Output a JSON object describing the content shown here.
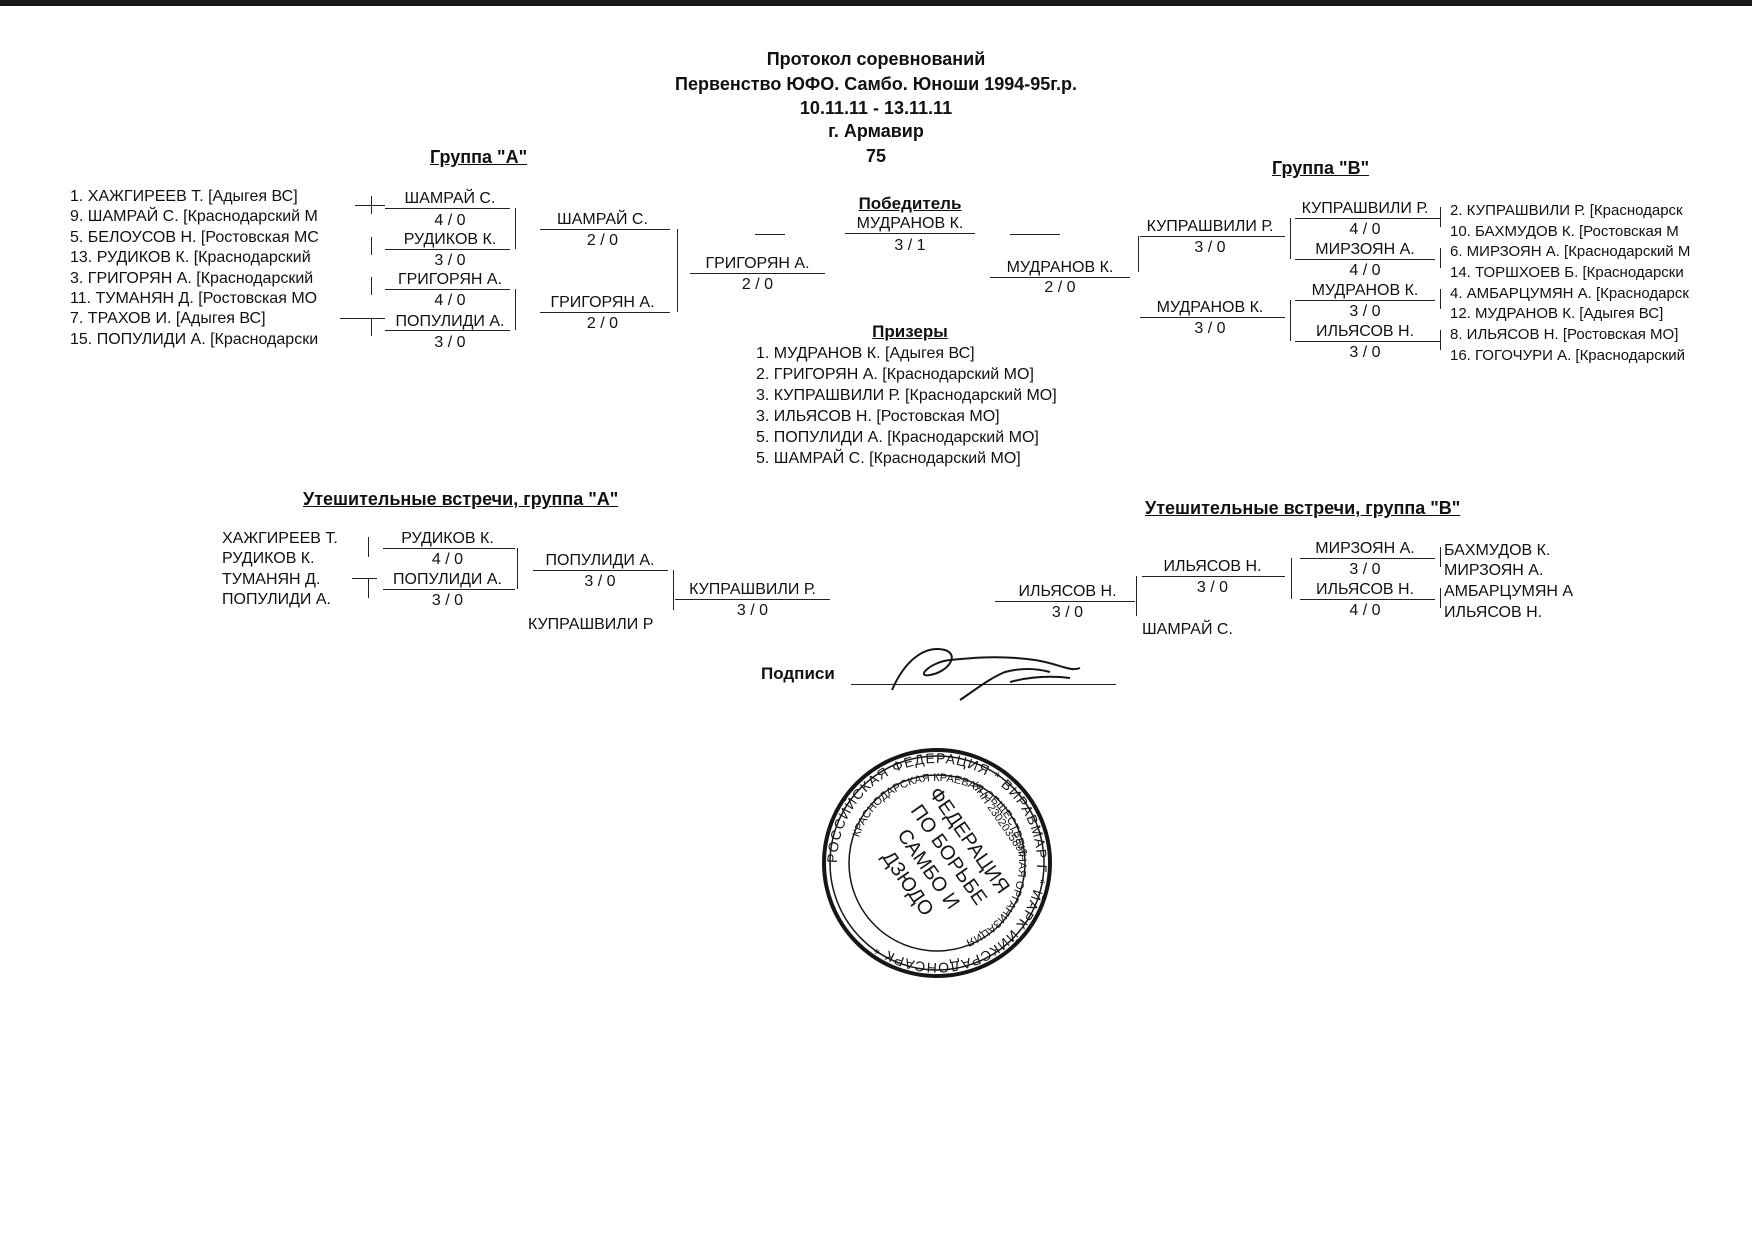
{
  "header": {
    "title": "Протокол соревнований",
    "event": "Первенство ЮФО. Самбо. Юноши 1994-95г.р.",
    "dates": "10.11.11 - 13.11.11",
    "city": "г. Армавир",
    "weight": "75"
  },
  "group_a": {
    "title": "Группа  \"А\"",
    "entrants": [
      "1. ХАЖГИРЕЕВ Т.  [Адыгея  ВС]",
      "9. ШАМРАЙ С.  [Краснодарский  М",
      "5. БЕЛОУСОВ Н.  [Ростовская  МС",
      "13. РУДИКОВ К.  [Краснодарский",
      "3. ГРИГОРЯН А.  [Краснодарский",
      "11. ТУМАНЯН Д.  [Ростовская  МО",
      "7. ТРАХОВ И.  [Адыгея  ВС]",
      "15. ПОПУЛИДИ А.  [Краснодарски"
    ],
    "r1": [
      {
        "name": "ШАМРАЙ С.",
        "score": "4  /  0"
      },
      {
        "name": "РУДИКОВ К.",
        "score": "3  /  0"
      },
      {
        "name": "ГРИГОРЯН А.",
        "score": "4  /  0"
      },
      {
        "name": "ПОПУЛИДИ А.",
        "score": "3  /  0"
      }
    ],
    "r2": [
      {
        "name": "ШАМРАЙ С.",
        "score": "2  /  0"
      },
      {
        "name": "ГРИГОРЯН А.",
        "score": "2  /  0"
      }
    ],
    "final": {
      "name": "ГРИГОРЯН А.",
      "score": "2  /  0"
    }
  },
  "group_b": {
    "title": "Группа  \"В\"",
    "entrants": [
      "2. КУПРАШВИЛИ Р.  [Краснодарск",
      "10. БАХМУДОВ К.  [Ростовская  М",
      "6. МИРЗОЯН А.  [Краснодарский  М",
      "14. ТОРШХОЕВ Б.  [Краснодарски",
      "4. АМБАРЦУМЯН А.  [Краснодарск",
      "12. МУДРАНОВ К.  [Адыгея  ВС]",
      "8. ИЛЬЯСОВ Н.  [Ростовская  МО]",
      "16. ГОГОЧУРИ А.  [Краснодарский"
    ],
    "r1": [
      {
        "name": "КУПРАШВИЛИ Р.",
        "score": "4  /  0"
      },
      {
        "name": "МИРЗОЯН А.",
        "score": "4  /  0"
      },
      {
        "name": "МУДРАНОВ К.",
        "score": "3  /  0"
      },
      {
        "name": "ИЛЬЯСОВ Н.",
        "score": "3  /  0"
      }
    ],
    "r2": [
      {
        "name": "КУПРАШВИЛИ Р.",
        "score": "3  /  0"
      },
      {
        "name": "МУДРАНОВ К.",
        "score": "3  /  0"
      }
    ],
    "final": {
      "name": "МУДРАНОВ К.",
      "score": "2  /  0"
    }
  },
  "winner": {
    "title": "Победитель",
    "name": "МУДРАНОВ К.",
    "score": "3  /  1"
  },
  "prizes": {
    "title": "Призеры",
    "list": [
      "1. МУДРАНОВ К.    [Адыгея  ВС]",
      "2. ГРИГОРЯН А.    [Краснодарский  МО]",
      "3. КУПРАШВИЛИ Р.    [Краснодарский  МО]",
      "3. ИЛЬЯСОВ Н.    [Ростовская  МО]",
      "5. ПОПУЛИДИ А.    [Краснодарский  МО]",
      "5. ШАМРАЙ С.    [Краснодарский  МО]"
    ]
  },
  "cons_a": {
    "title": "Утешительные встречи, группа \"А\"",
    "entrants": [
      "ХАЖГИРЕЕВ Т.",
      "РУДИКОВ К.",
      "ТУМАНЯН Д.",
      "ПОПУЛИДИ А."
    ],
    "r1": [
      {
        "name": "РУДИКОВ К.",
        "score": "4  /  0"
      },
      {
        "name": "ПОПУЛИДИ А.",
        "score": "3  /  0"
      }
    ],
    "r2": {
      "name": "ПОПУЛИДИ А.",
      "score": "3  /  0"
    },
    "bye": "КУПРАШВИЛИ Р",
    "final": {
      "name": "КУПРАШВИЛИ Р.",
      "score": "3  /  0"
    }
  },
  "cons_b": {
    "title": "Утешительные встречи, группа \"В\"",
    "entrants": [
      "БАХМУДОВ К.",
      "МИРЗОЯН А.",
      "АМБАРЦУМЯН А",
      "ИЛЬЯСОВ Н."
    ],
    "r1": [
      {
        "name": "МИРЗОЯН А.",
        "score": "3  /  0"
      },
      {
        "name": "ИЛЬЯСОВ Н.",
        "score": "4  /  0"
      }
    ],
    "r2": {
      "name": "ИЛЬЯСОВ Н.",
      "score": "3  /  0"
    },
    "bye": "ШАМРАЙ С.",
    "final": {
      "name": "ИЛЬЯСОВ Н.",
      "score": "3  /  0"
    }
  },
  "signature": {
    "label": "Подписи",
    "stamp_outer": "РОССИЙСКАЯ ФЕДЕРАЦИЯ * ВИРАВМАР Г * ЙАРК ЙИКСРАДОНСАРК * ",
    "stamp_inner": "КРАСНОДАРСКАЯ КРАЕВАЯ ОБЩЕСТВЕННАЯ ОРГАНИЗАЦИЯ",
    "stamp_inn": "ИНН 2302035892",
    "stamp_lines": [
      "ФЕДЕРАЦИЯ",
      "ПО БОРЬБЕ",
      "САМБО И",
      "ДЗЮДО"
    ]
  }
}
